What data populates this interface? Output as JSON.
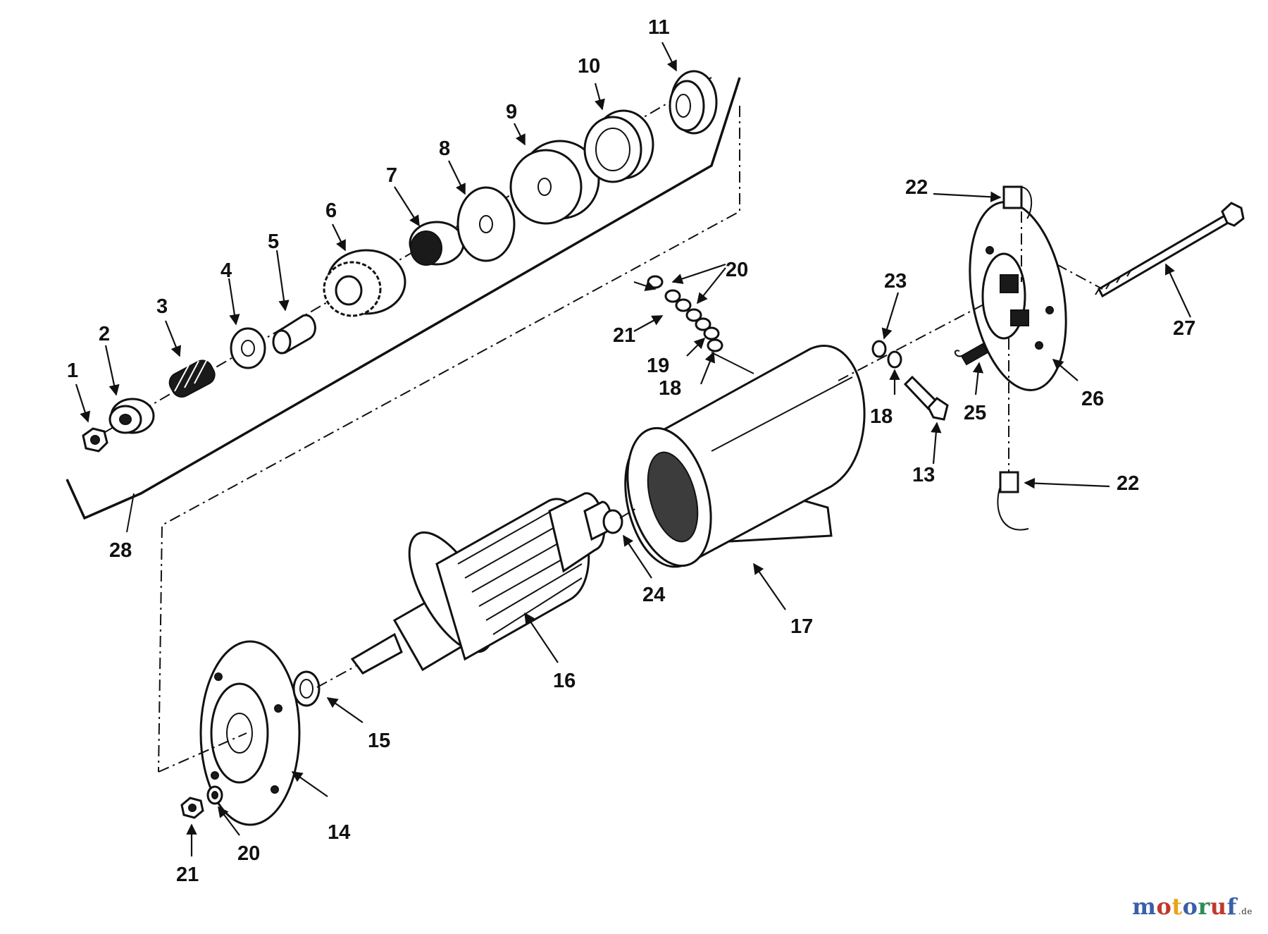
{
  "callouts": [
    "1",
    "2",
    "3",
    "4",
    "5",
    "6",
    "7",
    "8",
    "9",
    "10",
    "11",
    "13",
    "14",
    "15",
    "16",
    "17",
    "18",
    "19",
    "20",
    "21",
    "22",
    "23",
    "24",
    "25",
    "26",
    "27",
    "28"
  ],
  "watermark": {
    "text_a": "motoruf",
    "text_b": ".de",
    "colors": [
      "#3a5fa8",
      "#c0392b",
      "#e8a317",
      "#3a5fa8",
      "#2e8b57",
      "#c0392b",
      "#3a5fa8"
    ]
  }
}
